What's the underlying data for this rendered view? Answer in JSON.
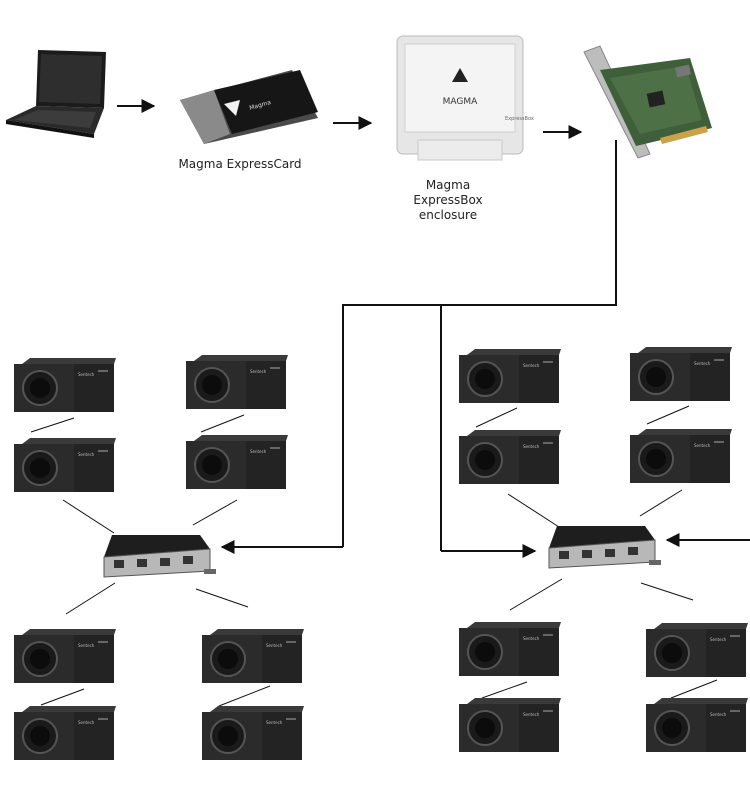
{
  "labels": {
    "expresscard": "Magma ExpressCard",
    "expressbox_line1": "Magma ExpressBox",
    "expressbox_line2": "enclosure"
  },
  "logos": {
    "magma": "MAGMA",
    "expressbox": "ExpressBox"
  },
  "colors": {
    "line": "#111111",
    "camera_body": "#2b2b2b",
    "hub_top": "#1e1e1e",
    "hub_front": "#b8b8b8",
    "enclosure": "#e6e6e6",
    "pcb": "#3f5e3a"
  },
  "icons": [
    "laptop-icon",
    "expresscard-icon",
    "expressbox-enclosure-icon",
    "pcie-card-icon",
    "hub-icon",
    "camera-icon"
  ]
}
